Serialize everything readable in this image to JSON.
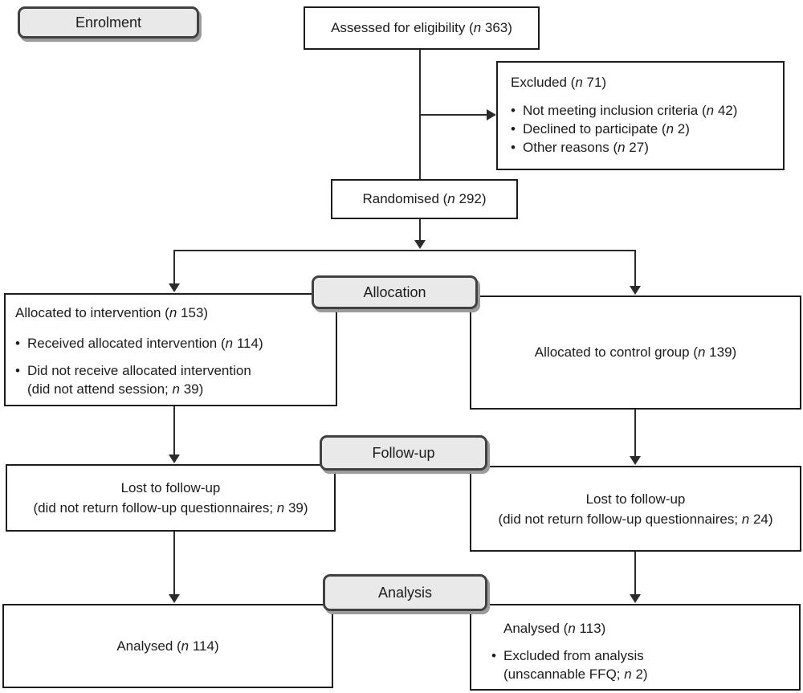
{
  "colors": {
    "box-border": "#1c1c1c",
    "line": "#2b2b2b",
    "label-fill": "#e9e9e9",
    "label-border": "#414141",
    "label-shadow": "#9c9c9c",
    "text": "#1c1c1c",
    "background": "#ffffff"
  },
  "bullet": "•",
  "stages": {
    "enrolment": "Enrolment",
    "allocation": "Allocation",
    "followup": "Follow-up",
    "analysis": "Analysis"
  },
  "flow": {
    "assessed": {
      "pre": "Assessed for eligibility (",
      "n": "n",
      "post": " 363)"
    },
    "excluded": {
      "title": {
        "pre": "Excluded (",
        "n": "n",
        "post": " 71)"
      },
      "items": [
        {
          "pre": "Not meeting inclusion criteria (",
          "n": "n",
          "post": " 42)"
        },
        {
          "pre": "Declined to participate (",
          "n": "n",
          "post": " 2)"
        },
        {
          "pre": "Other reasons (",
          "n": "n",
          "post": " 27)"
        }
      ]
    },
    "randomised": {
      "pre": "Randomised (",
      "n": "n",
      "post": " 292)"
    },
    "intervention": {
      "title": {
        "pre": "Allocated to intervention (",
        "n": "n",
        "post": " 153)"
      },
      "received": {
        "pre": "Received allocated intervention (",
        "n": "n",
        "post": " 114)"
      },
      "not_received_line1": "Did not receive allocated intervention",
      "not_received_line2": {
        "pre": "(did not attend session; ",
        "n": "n",
        "post": " 39)"
      }
    },
    "control": {
      "pre": "Allocated to control group (",
      "n": "n",
      "post": " 139)"
    },
    "lost_intervention": {
      "line1": "Lost to follow-up",
      "line2": {
        "pre": "(did not return follow-up questionnaires; ",
        "n": "n",
        "post": " 39)"
      }
    },
    "lost_control": {
      "line1": "Lost to follow-up",
      "line2": {
        "pre": "(did not return follow-up questionnaires; ",
        "n": "n",
        "post": " 24)"
      }
    },
    "analysed_intervention": {
      "pre": "Analysed (",
      "n": "n",
      "post": " 114)"
    },
    "analysed_control": {
      "title": {
        "pre": "Analysed (",
        "n": "n",
        "post": " 113)"
      },
      "excluded_line1": "Excluded from analysis",
      "excluded_line2": {
        "pre": "(unscannable FFQ; ",
        "n": "n",
        "post": " 2)"
      }
    }
  }
}
